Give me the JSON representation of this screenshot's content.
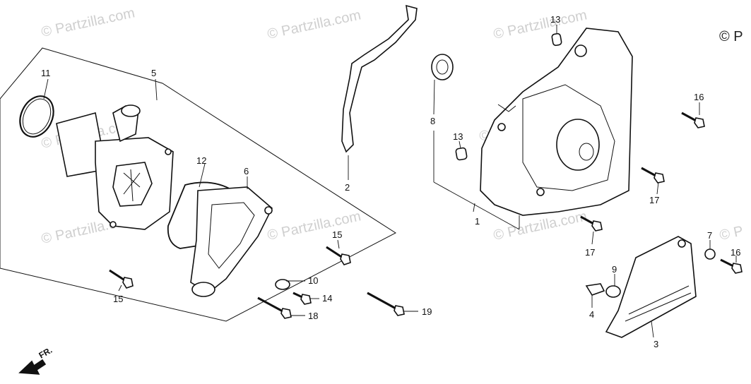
{
  "watermarks": [
    "© Partzilla.com",
    "© Partzilla.com",
    "© Partzilla.com",
    "© Partzilla.com",
    "© Partzilla.com",
    "© Partzilla.com",
    "© Partzilla.com",
    "© Partzilla.com",
    "© P",
    "© P"
  ],
  "front_label": "FR.",
  "callouts": {
    "c1": "1",
    "c2": "2",
    "c3": "3",
    "c4": "4",
    "c5": "5",
    "c6": "6",
    "c7": "7",
    "c8": "8",
    "c9": "9",
    "c10": "10",
    "c11": "11",
    "c12": "12",
    "c13a": "13",
    "c13b": "13",
    "c14": "14",
    "c15a": "15",
    "c15b": "15",
    "c16a": "16",
    "c16b": "16",
    "c17a": "17",
    "c17b": "17",
    "c18": "18",
    "c19": "19"
  }
}
